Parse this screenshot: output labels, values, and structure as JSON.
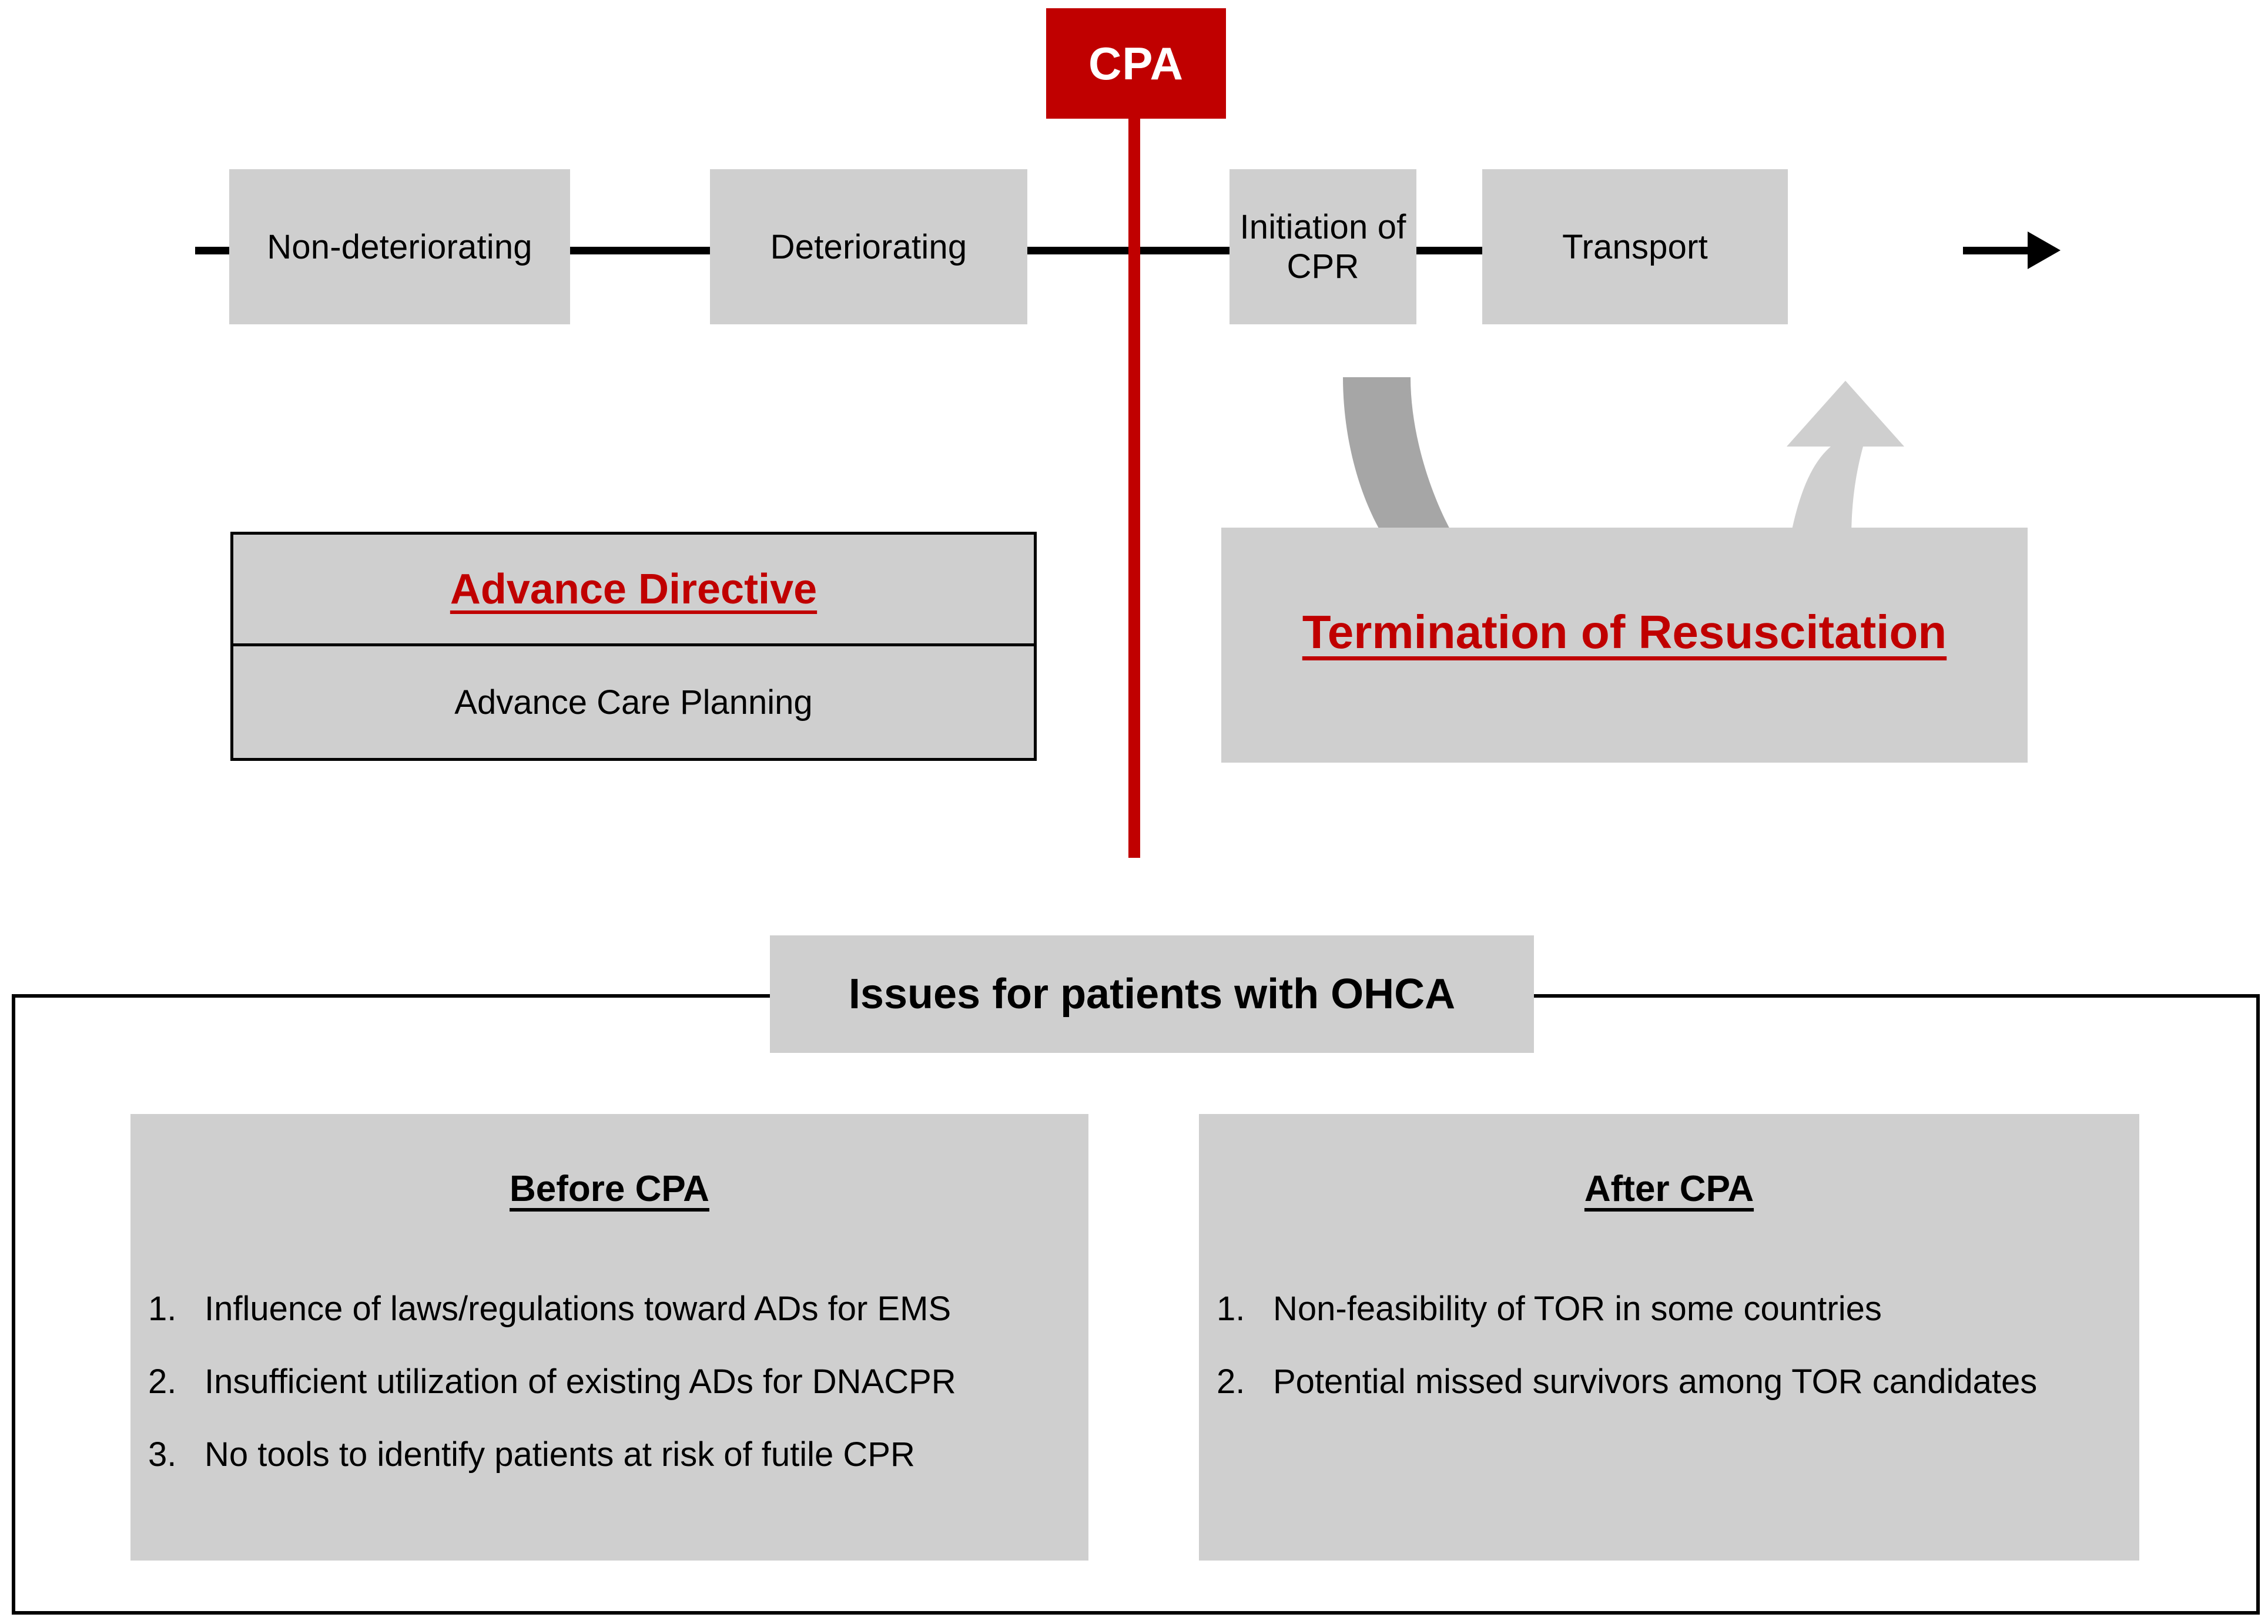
{
  "marker": {
    "label": "CPA",
    "color": "#c00000"
  },
  "timeline": {
    "stages": [
      {
        "label": "Non-deteriorating"
      },
      {
        "label": "Deteriorating"
      },
      {
        "label": "Initiation of CPR"
      },
      {
        "label": "Transport"
      }
    ],
    "box_color": "#cfcfcf",
    "line_color": "#000000"
  },
  "advance_directive": {
    "title": "Advance Directive",
    "subtitle": "Advance Care Planning",
    "title_color": "#c00000"
  },
  "termination": {
    "title": "Termination of Resuscitation",
    "title_color": "#c00000",
    "arrow_dark_color": "#a6a6a6",
    "arrow_light_color": "#cfcfcf"
  },
  "issues": {
    "title": "Issues for patients with OHCA",
    "columns": [
      {
        "heading": "Before CPA",
        "items": [
          {
            "num": "1.",
            "text": "Influence of laws/regulations toward ADs for EMS"
          },
          {
            "num": "2.",
            "text": "Insufficient utilization of existing ADs for DNACPR"
          },
          {
            "num": "3.",
            "text": "No tools to identify patients at risk of futile CPR"
          }
        ]
      },
      {
        "heading": "After CPA",
        "items": [
          {
            "num": "1.",
            "text": "Non-feasibility of TOR in some countries"
          },
          {
            "num": "2.",
            "text": "Potential missed survivors among TOR candidates"
          }
        ]
      }
    ]
  }
}
